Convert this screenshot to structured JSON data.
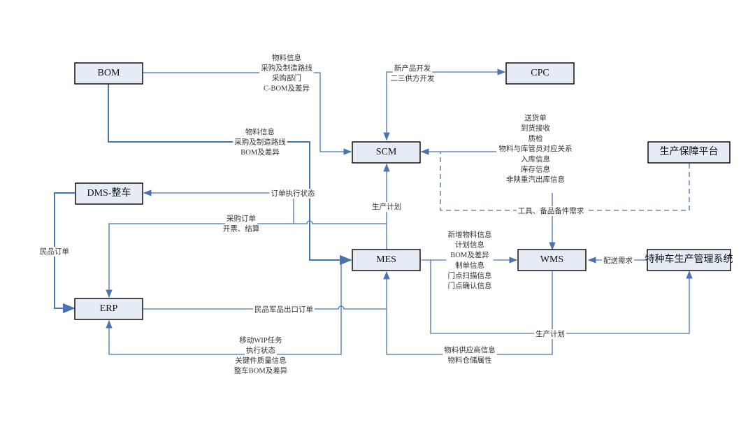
{
  "nodes": {
    "bom": "BOM",
    "cpc": "CPC",
    "scm": "SCM",
    "dms": "DMS-整车",
    "mes": "MES",
    "wms": "WMS",
    "erp": "ERP",
    "prod_platform": "生产保障平台",
    "special_vehicle": "特种车生产管理系统"
  },
  "edges": {
    "bom_scm": [
      "物料信息",
      "采购及制造路线",
      "采购部门",
      "C-BOM及差异"
    ],
    "bom_mes": [
      "物料信息",
      "采购及制造路线",
      "BOM及差异"
    ],
    "scm_cpc": [
      "新产品开发",
      "二三供方开发"
    ],
    "wms_scm": [
      "送货单",
      "到货接收",
      "质检",
      "物料与库管员对应关系",
      "入库信息",
      "库存信息",
      "非陕重汽出库信息"
    ],
    "platform_wms": [
      "工具、备品备件需求"
    ],
    "scm_dms": [
      "订单执行状态"
    ],
    "mes_scm": [
      "生产计划"
    ],
    "scm_erp": [
      "采购订单",
      "开票、结算"
    ],
    "dms_erp": [
      "民品订单"
    ],
    "mes_wms": [
      "新增物料信息",
      "计划信息",
      "BOM及差异",
      "制单信息",
      "门点扫描信息",
      "门点确认信息"
    ],
    "special_wms": [
      "配送需求"
    ],
    "erp_mes": [
      "民品军品出口订单"
    ],
    "mes_special": [
      "生产计划"
    ],
    "mes_erp": [
      "移动WIP任务",
      "执行状态",
      "关键件质量信息",
      "整车BOM及差异"
    ],
    "wms_mes": [
      "物料供应商信息",
      "物料仓储属性"
    ]
  },
  "colors": {
    "line": "#4a74b0",
    "box_fill": "#e6ecf6",
    "box_stroke": "#000000"
  }
}
